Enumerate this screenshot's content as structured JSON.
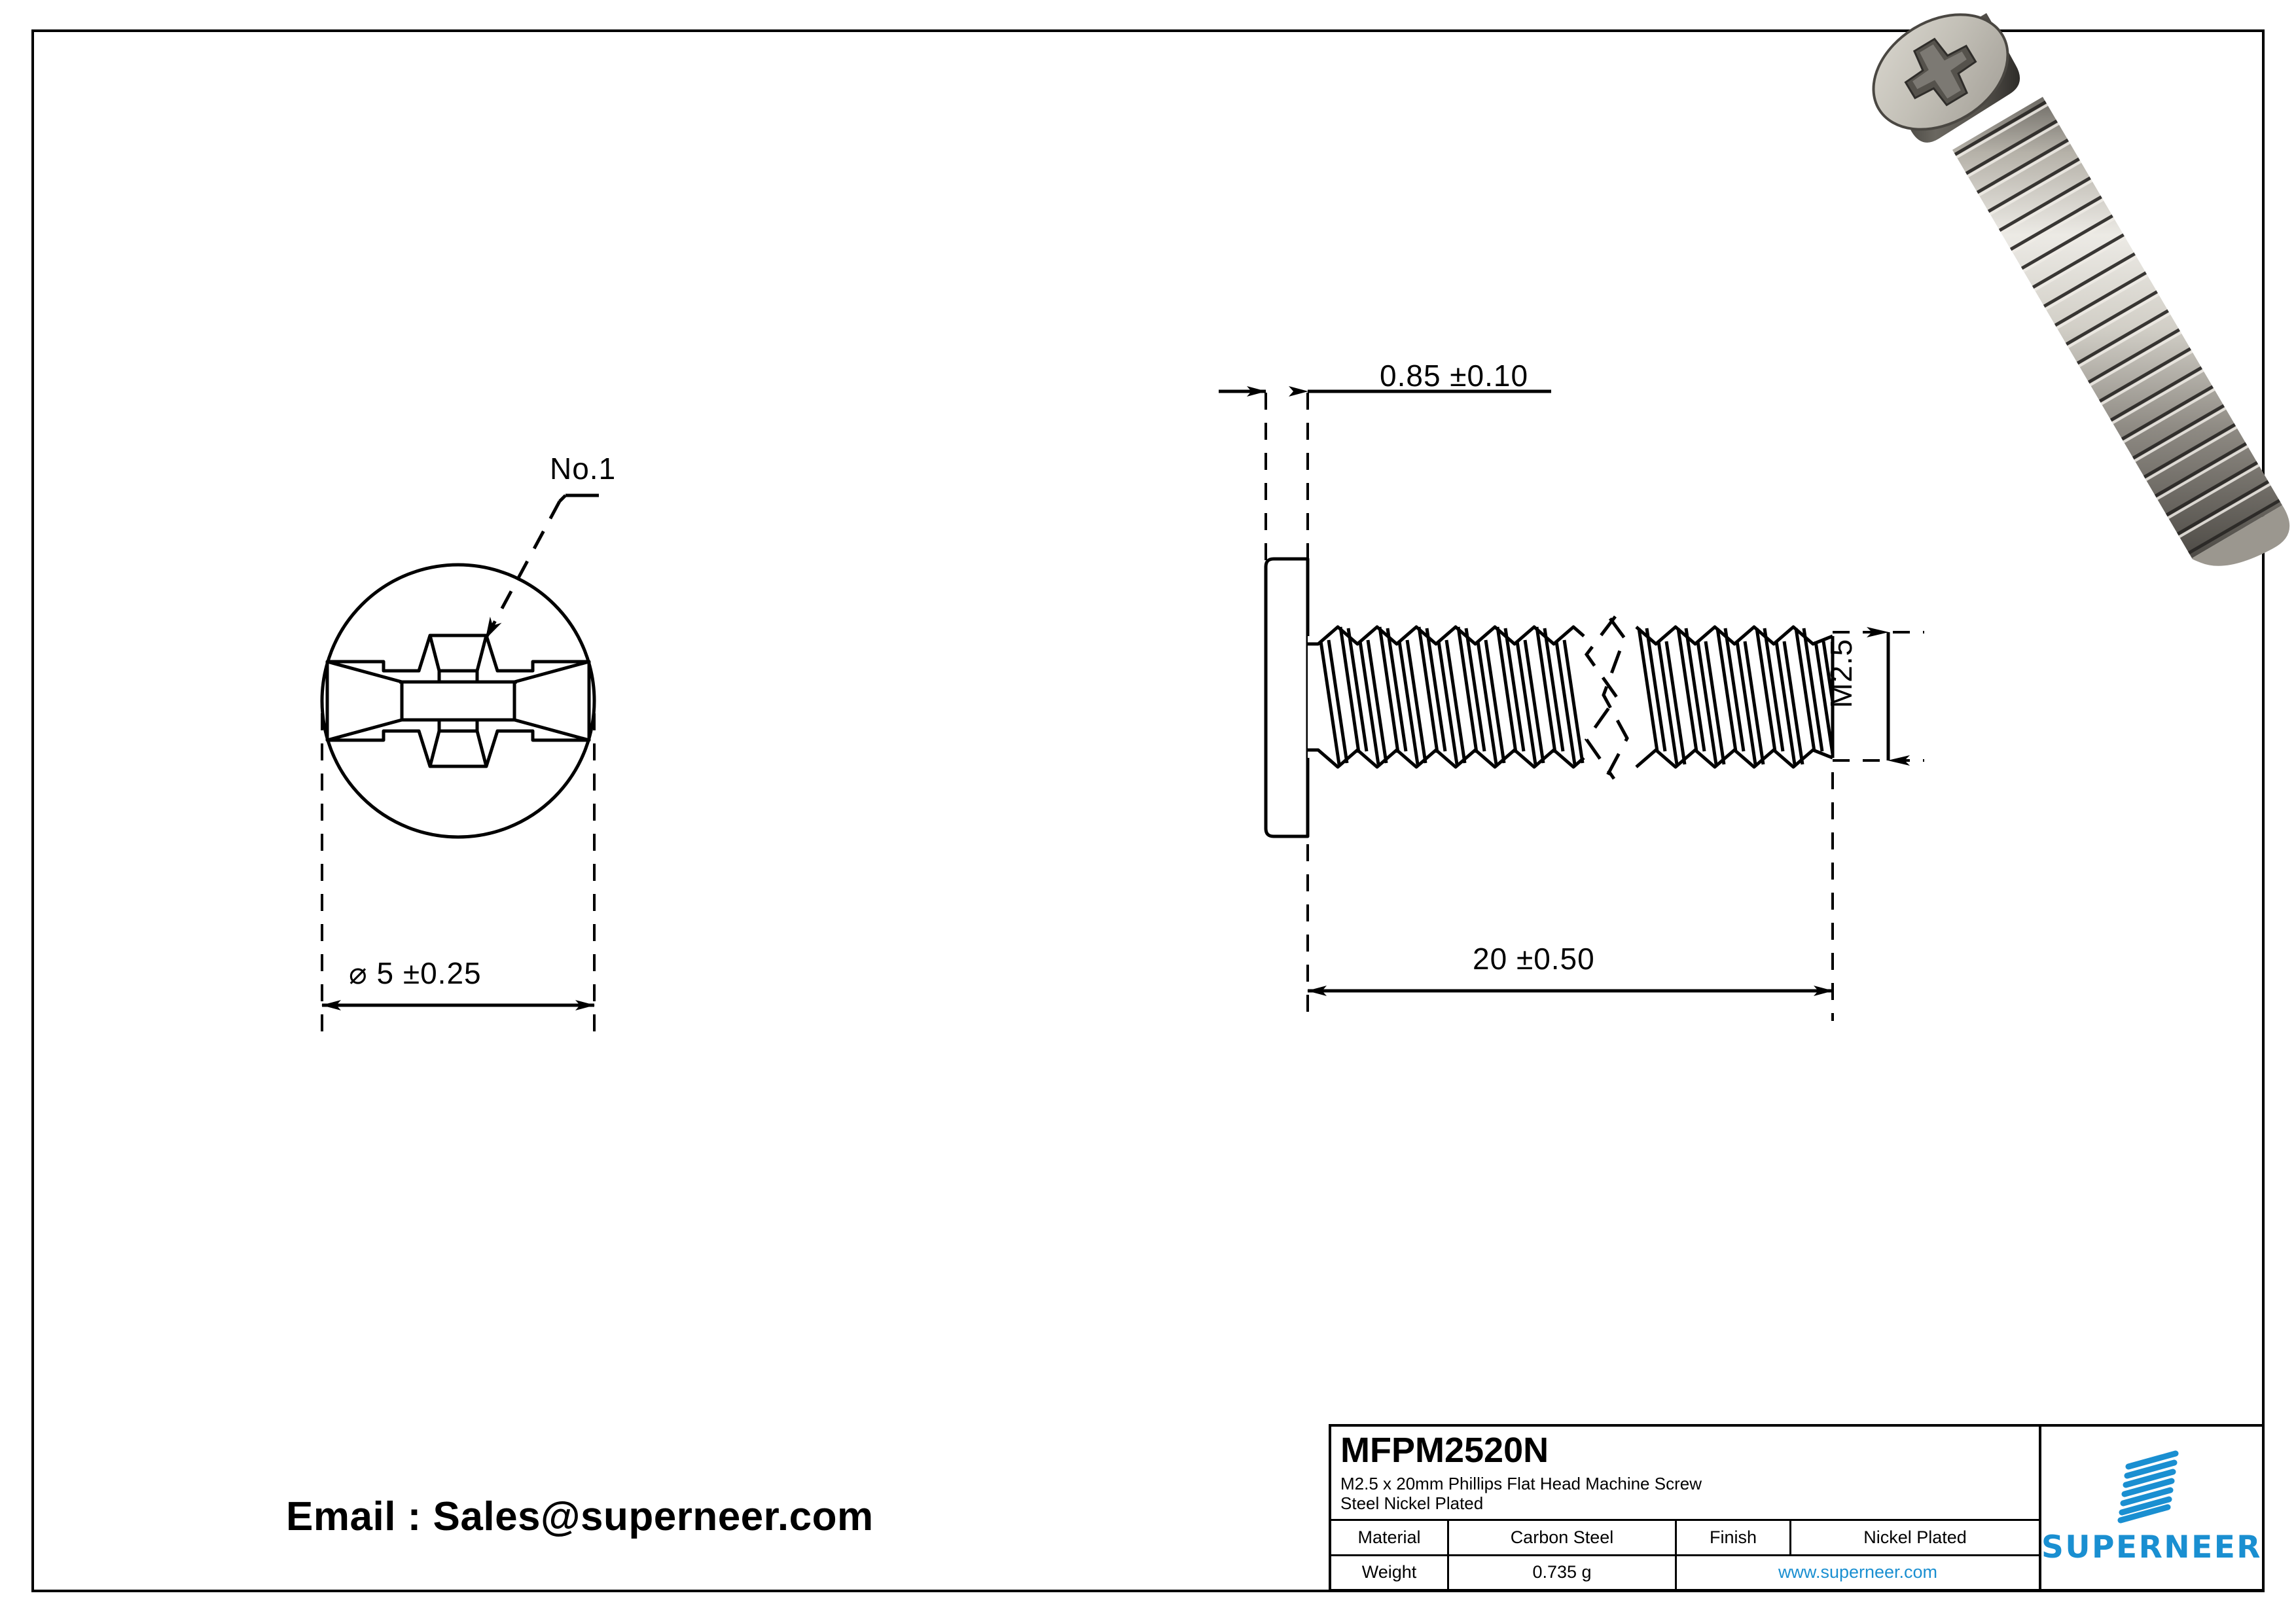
{
  "drawing": {
    "title_note": "Engineering drawing of a machine screw",
    "views": {
      "top_view": {
        "name": "head-end-view",
        "recess_callout": "No.1",
        "diameter_dim": "⌀ 5 ±0.25"
      },
      "side_view": {
        "name": "side-profile-view",
        "head_thickness_dim": "0.85 ±0.10",
        "thread_dim": "M2.5",
        "length_dim": "20 ±0.50"
      },
      "render": {
        "name": "isometric-3d-render",
        "finish_tone": "#b9b5ac"
      }
    }
  },
  "contact": {
    "email_line": "Email : Sales@superneer.com"
  },
  "title_block": {
    "part_number": "MFPM2520N",
    "description_line1": "M2.5 x 20mm Phillips Flat Head Machine Screw",
    "description_line2": "Steel Nickel Plated",
    "material_label": "Material",
    "material_value": "Carbon Steel",
    "finish_label": "Finish",
    "finish_value": "Nickel Plated",
    "weight_label": "Weight",
    "weight_value": "0.735 g",
    "website": "www.superneer.com",
    "brand": "SUPERNEER",
    "brand_color": "#1a8fd1"
  }
}
